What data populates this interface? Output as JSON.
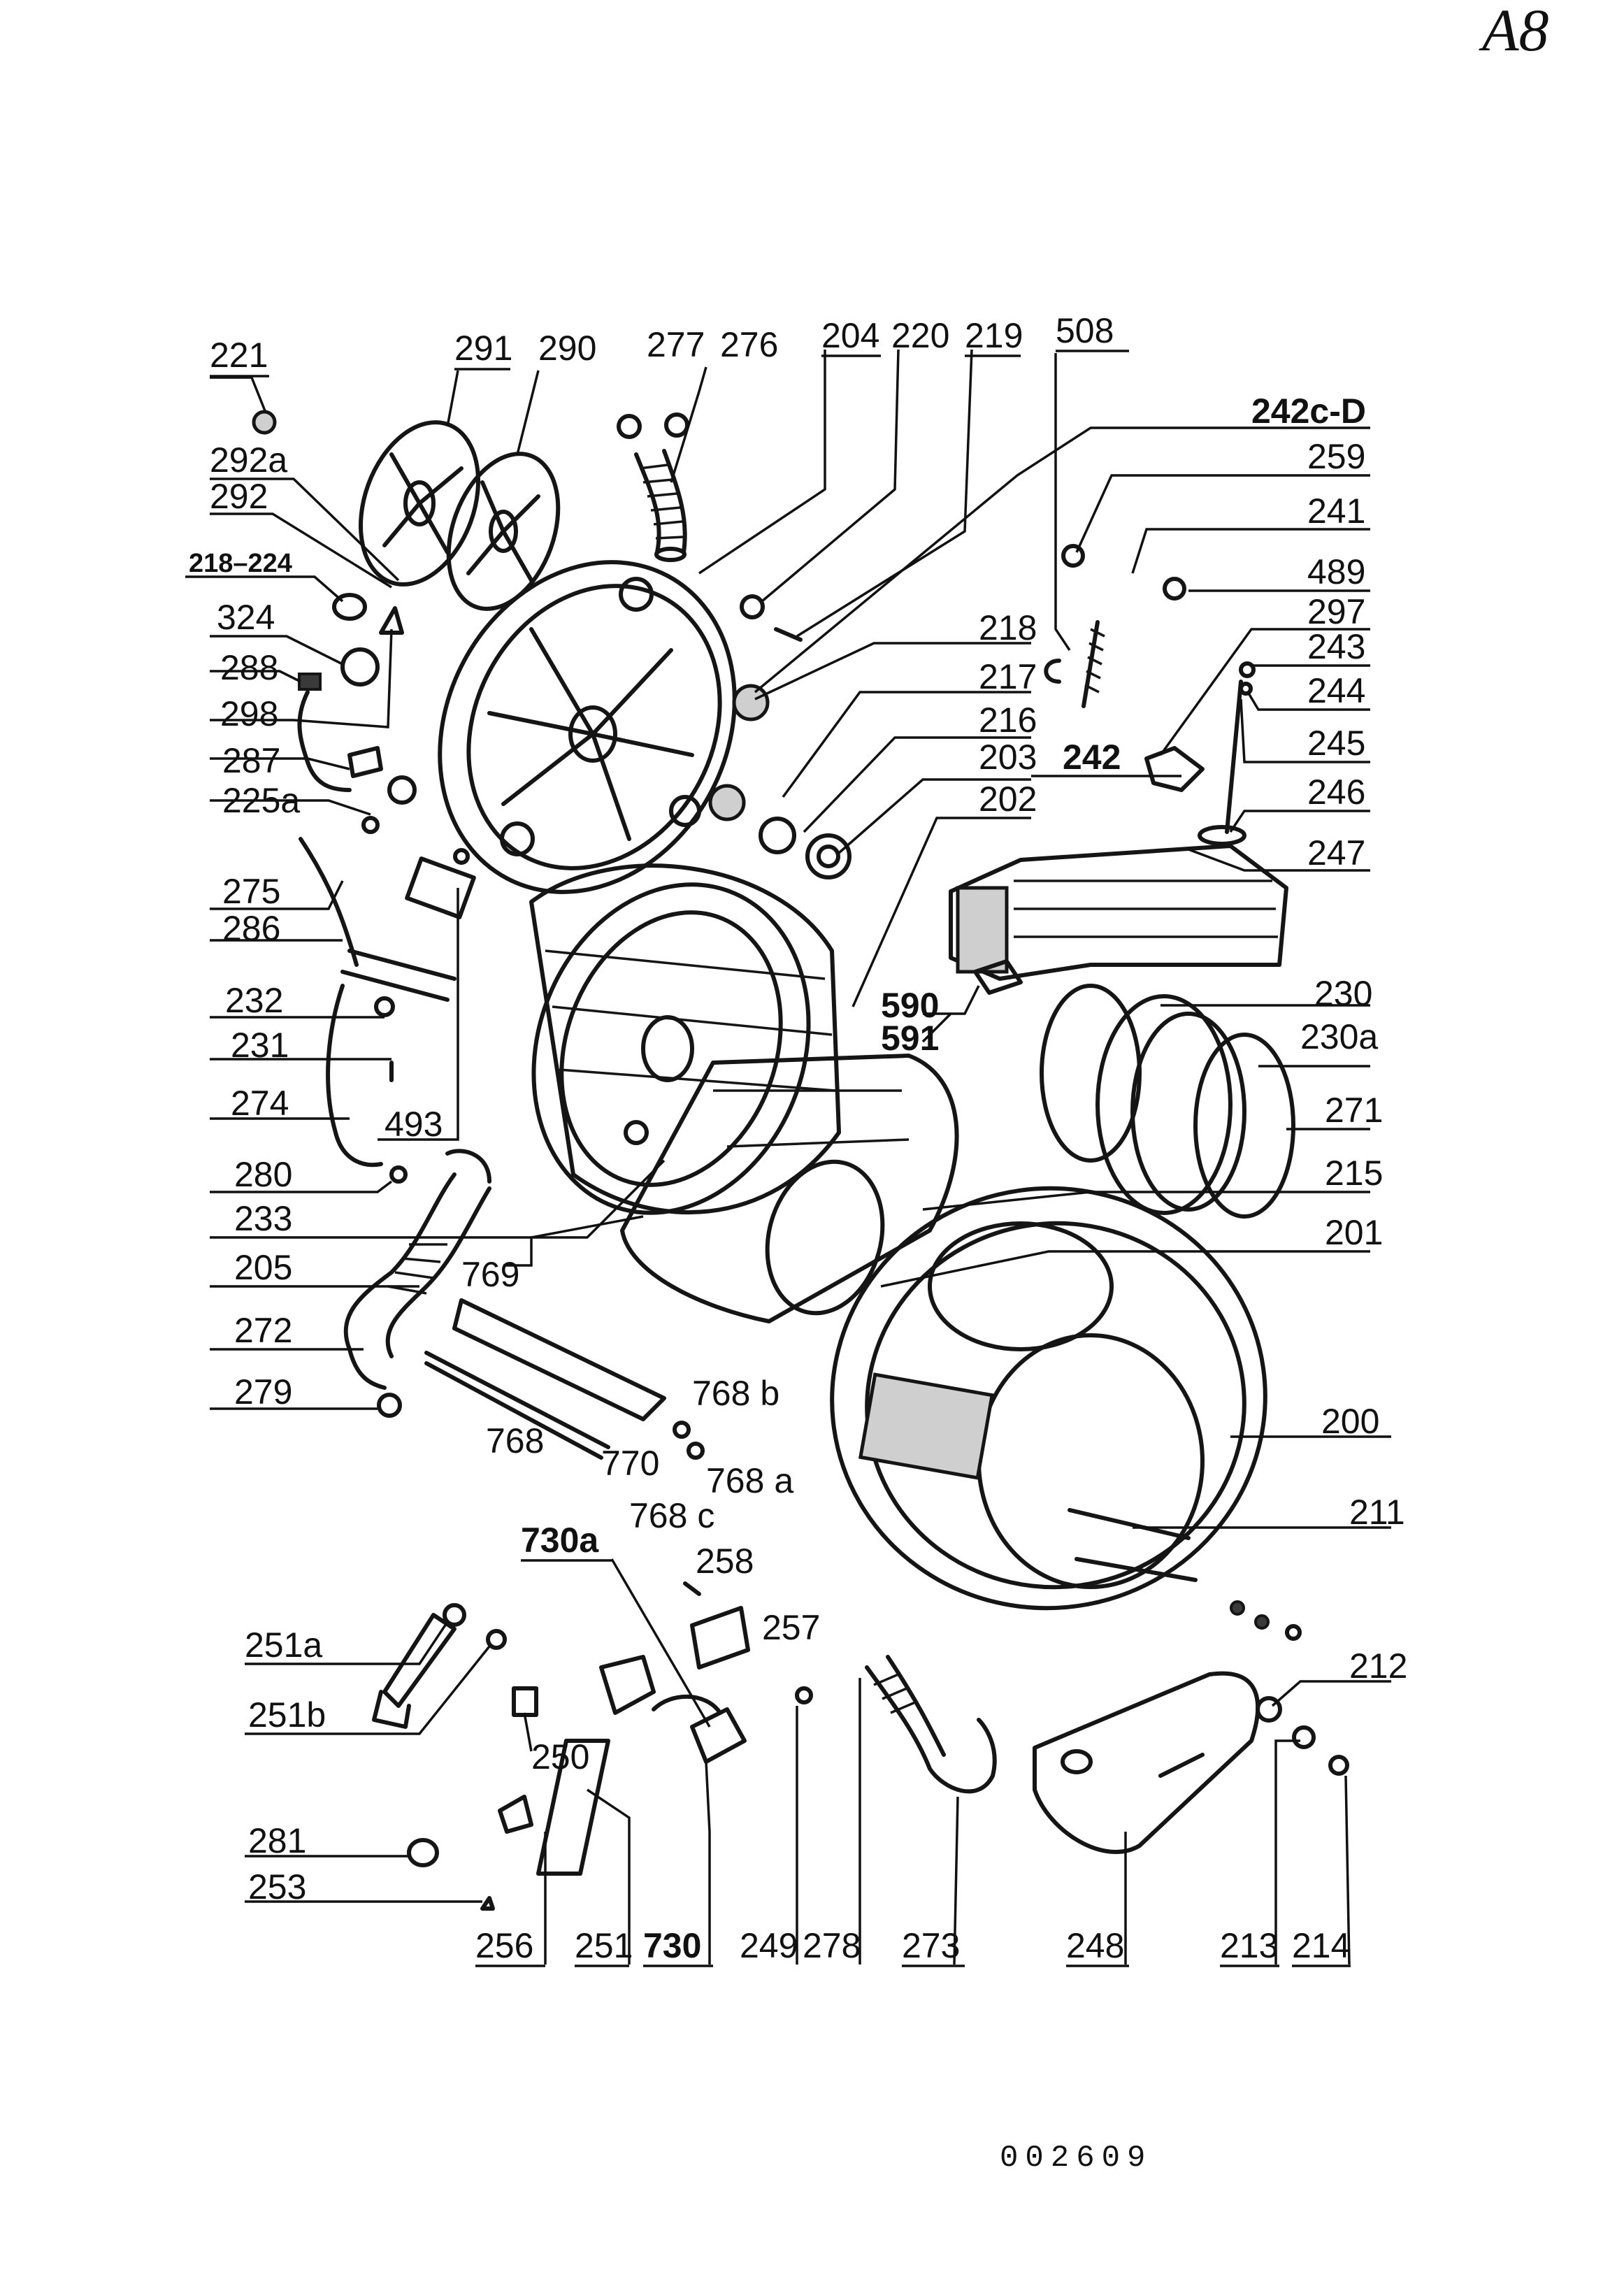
{
  "page_mark": "A8",
  "drawing_number": "002609",
  "labels": {
    "l221": "221",
    "l291": "291",
    "l290": "290",
    "l277": "277",
    "l276": "276",
    "l204": "204",
    "l220": "220",
    "l219": "219",
    "l508": "508",
    "l242cd": "242c-D",
    "l259": "259",
    "l241": "241",
    "l489": "489",
    "l297": "297",
    "l243": "243",
    "l244": "244",
    "l245": "245",
    "l246": "246",
    "l247": "247",
    "l292a": "292a",
    "l292": "292",
    "l218_224": "218–224",
    "l324": "324",
    "l288": "288",
    "l298": "298",
    "l287": "287",
    "l225a": "225a",
    "l218": "218",
    "l217": "217",
    "l216": "216",
    "l203": "203",
    "l242": "242",
    "l202": "202",
    "l275": "275",
    "l286": "286",
    "l232": "232",
    "l231": "231",
    "l274": "274",
    "l493": "493",
    "l590": "590",
    "l591": "591",
    "l230": "230",
    "l230a": "230a",
    "l271": "271",
    "l215": "215",
    "l201": "201",
    "l280": "280",
    "l233": "233",
    "l205": "205",
    "l769": "769",
    "l272": "272",
    "l279": "279",
    "l768": "768",
    "l770": "770",
    "l768b": "768 b",
    "l768a": "768 a",
    "l768c": "768 c",
    "l200": "200",
    "l211": "211",
    "l730a": "730a",
    "l258": "258",
    "l257": "257",
    "l251a": "251a",
    "l251b": "251b",
    "l250": "250",
    "l212": "212",
    "l281": "281",
    "l253": "253",
    "l256": "256",
    "l251": "251",
    "l730": "730",
    "l249": "249",
    "l278": "278",
    "l273": "273",
    "l248": "248",
    "l213": "213",
    "l214": "214"
  }
}
